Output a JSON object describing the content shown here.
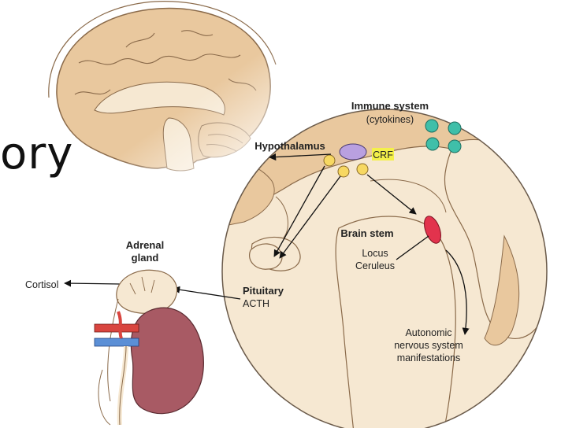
{
  "slide": {
    "partial_title": "ory"
  },
  "labels": {
    "immune_system": "Immune system",
    "cytokines": "(cytokines)",
    "hypothalamus": "Hypothalamus",
    "crf": "CRF",
    "brain_stem": "Brain stem",
    "locus": "Locus",
    "ceruleus": "Ceruleus",
    "pituitary": "Pituitary",
    "acth": "ACTH",
    "autonomic_line1": "Autonomic",
    "autonomic_line2": "nervous system",
    "autonomic_line3": "manifestations",
    "adrenal_line1": "Adrenal",
    "adrenal_line2": "gland",
    "cortisol": "Cortisol"
  },
  "colors": {
    "tissue_tan": "#e9c89e",
    "tissue_cream": "#f6e8d2",
    "tissue_outline": "#8a6a4a",
    "cytokine_teal": "#3fbfa9",
    "crf_yellow": "#f7d862",
    "crf_highlight": "#f4f04a",
    "hypothalamus_purple": "#b9a0e0",
    "locus_red": "#e2334d",
    "kidney": "#a85a64",
    "artery_red": "#d9453f",
    "vein_blue": "#5b8fd6"
  }
}
